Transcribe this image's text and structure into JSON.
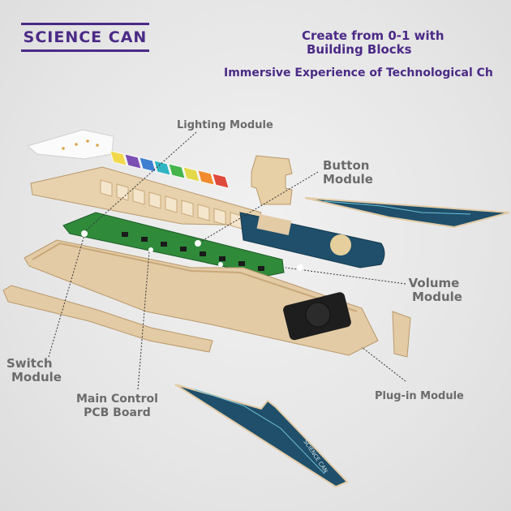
{
  "brand": {
    "logo_text": "SCIENCE CAN"
  },
  "headline": {
    "line1": "Create from 0-1 with",
    "line2": "Building Blocks",
    "line3": "Immersive Experience of Technological Ch"
  },
  "labels": {
    "lighting": "Lighting Module",
    "button_line1": "Button",
    "button_line2": "Module",
    "volume_line1": "Volume",
    "volume_line2": "Module",
    "switch_line1": "Switch",
    "switch_line2": "Module",
    "main_line1": "Main Control",
    "main_line2": "PCB Board",
    "plugin": "Plug-in Module"
  },
  "board_print": "SCIENCE CAN",
  "colors": {
    "brand_purple": "#4b2a86",
    "wood": "#e3cba6",
    "wood_edge": "#b9986a",
    "pcb_green": "#2f8a3a",
    "pcb_blue": "#1f4f6a",
    "label_gray": "#6b6b6b"
  },
  "keys": [
    "#f2d94b",
    "#7b4fb3",
    "#3e7fd1",
    "#2fb4c2",
    "#44b44b",
    "#e3d84a",
    "#f18b2d",
    "#e04a3a"
  ]
}
